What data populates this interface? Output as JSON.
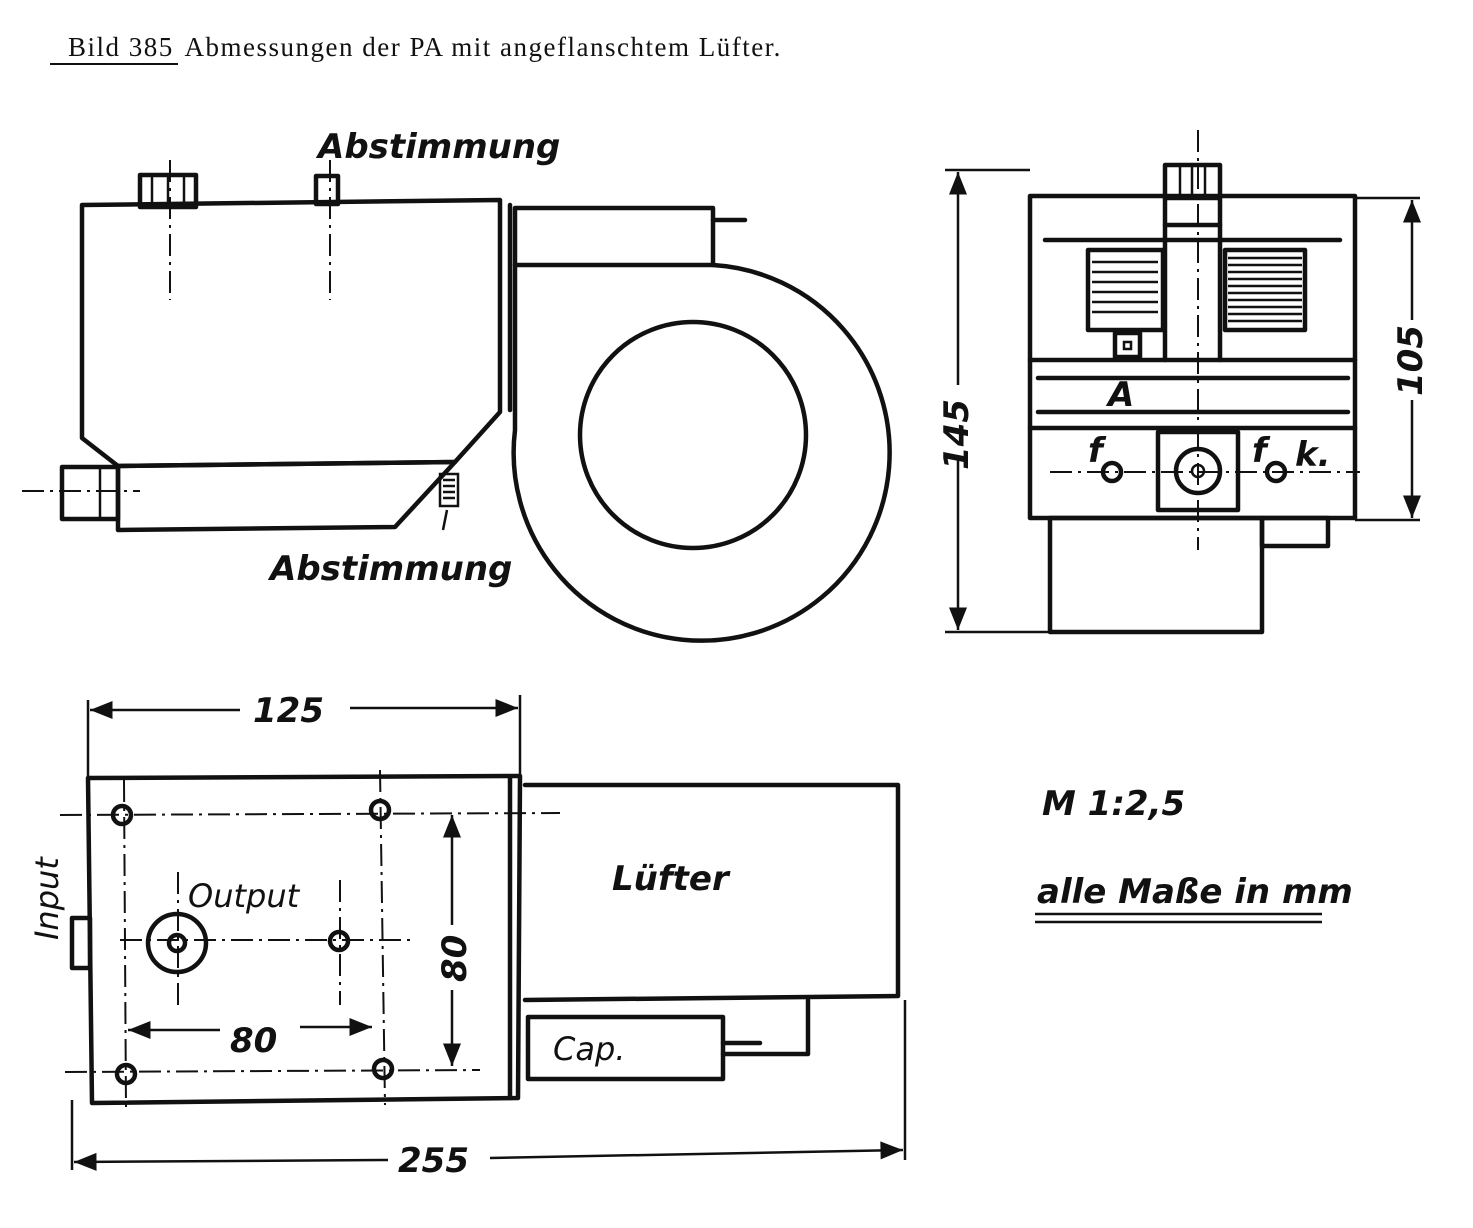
{
  "caption": {
    "number": "Bild 385",
    "text": "Abmessungen der PA mit angeflanschtem Lüfter."
  },
  "side_view": {
    "top_label": "Abstimmung",
    "bottom_label": "Abstimmung"
  },
  "front_view": {
    "height_total": "145",
    "height_box": "105",
    "label_a": "A",
    "label_f1": "f",
    "label_f2": "f",
    "label_k": "k."
  },
  "top_view": {
    "width_box": "125",
    "width_total": "255",
    "hole_spacing_x": "80",
    "hole_spacing_y": "80",
    "input_label": "Input",
    "output_label": "Output",
    "fan_label": "Lüfter",
    "cap_label": "Cap."
  },
  "notes": {
    "scale": "M 1:2,5",
    "units": "alle Maße in mm"
  }
}
